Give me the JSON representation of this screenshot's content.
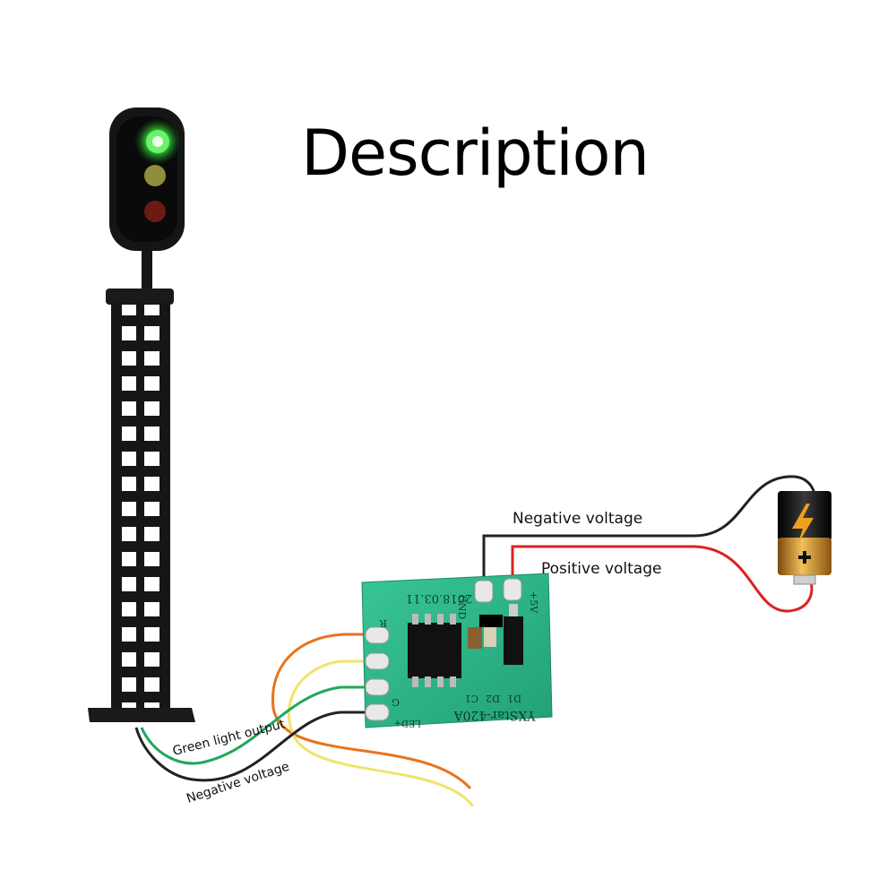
{
  "title": "Description",
  "labels": {
    "negative_voltage_top": "Negative voltage",
    "positive_voltage": "Positive voltage",
    "green_light_output": "Green light output",
    "negative_voltage_bottom": "Negative voltage"
  },
  "board": {
    "date": "2018.03.11",
    "model": "YXStar-420A",
    "gnd": "GND",
    "plus5v": "+5V",
    "r": "R",
    "g": "G",
    "led_plus": "LED+",
    "d1": "D1",
    "d2": "D2",
    "c1": "C1"
  },
  "colors": {
    "signal_body": "#141414",
    "lamp_green": "#38e03a",
    "lamp_yellow": "#8a8a3a",
    "lamp_red": "#6e1a14",
    "pcb": "#2fb58a",
    "wire_black": "#222222",
    "wire_red": "#e02020",
    "wire_orange": "#e8731c",
    "wire_yellow": "#eee46a",
    "wire_green": "#1fa85a",
    "battery_gold": "#d89a2a"
  },
  "icons": [
    "traffic-signal-icon",
    "battery-icon",
    "lightning-icon"
  ]
}
